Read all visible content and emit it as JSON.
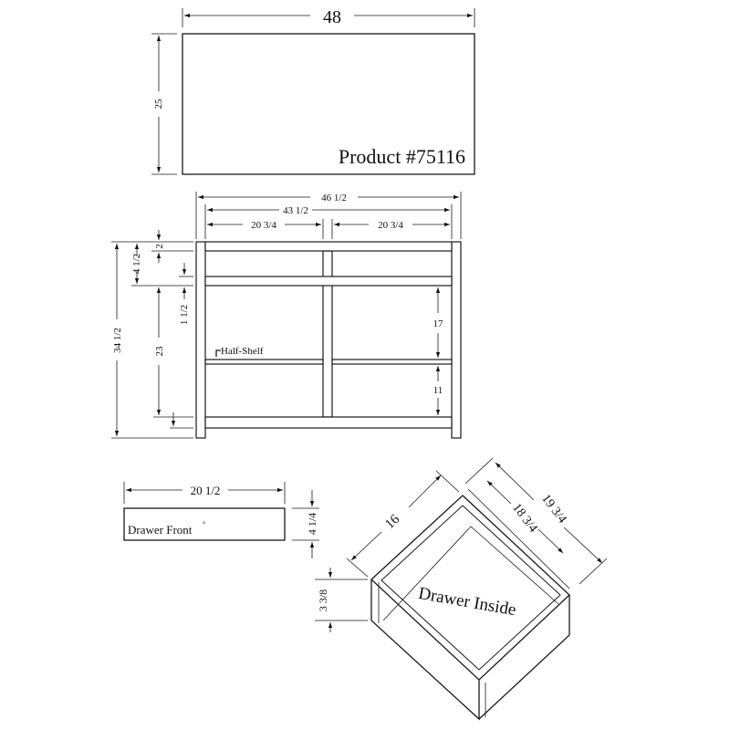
{
  "top_view": {
    "width_label": "48",
    "depth_label": "25",
    "product_label": "Product #75116"
  },
  "front_view": {
    "overall_width_label": "46 1/2",
    "inner_width_label": "43 1/2",
    "left_bay_label": "20 3/4",
    "right_bay_label": "20 3/4",
    "overall_height_label": "34 1/2",
    "top_rail_label": "2",
    "drawer_opening_label": "4 1/2",
    "shelf_thickness_label": "1 1/2",
    "lower_opening_label": "23",
    "upper_right_label": "17",
    "lower_right_label": "11",
    "half_shelf_label": "Half-Shelf"
  },
  "drawer_front": {
    "width_label": "20 1/2",
    "height_label": "4 1/4",
    "name_label": "Drawer Front"
  },
  "drawer_inside": {
    "depth_label": "16",
    "inner_width_label": "18 3/4",
    "outer_width_label": "19 3/4",
    "height_label": "3 3/8",
    "name_label": "Drawer Inside"
  }
}
